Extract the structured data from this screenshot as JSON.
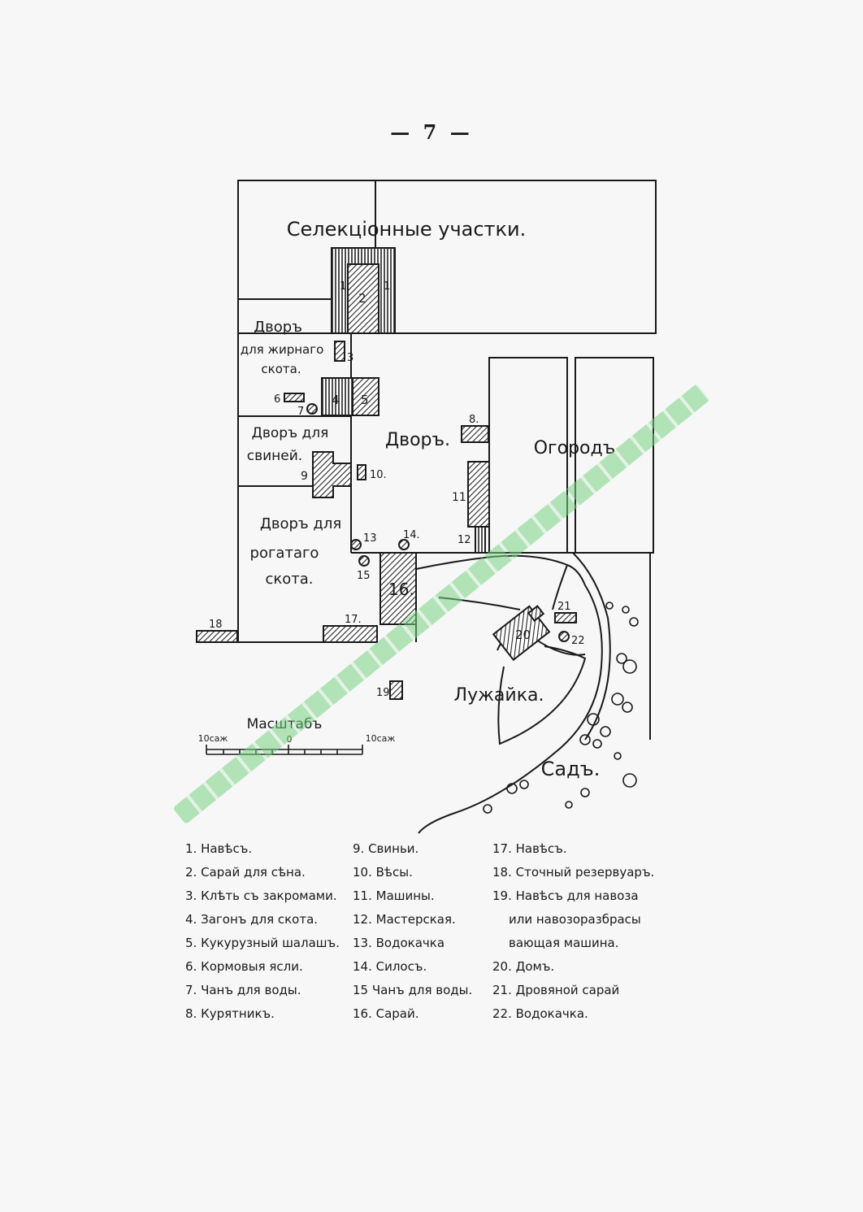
{
  "page_number": "— 7 —",
  "plan": {
    "selection_plots": "Селекцiонные участки.",
    "yard_fat_title": "Дворъ",
    "yard_fat_sub1": "для жирнаго",
    "yard_fat_sub2": "скота.",
    "yard_pigs_1": "Дворъ для",
    "yard_pigs_2": "свиней.",
    "yard_cattle_1": "Дворъ для",
    "yard_cattle_2": "рогатаго",
    "yard_cattle_3": "скота.",
    "yard_main": "Дворъ.",
    "garden_veg": "Огородъ",
    "lawn": "Лужайка.",
    "garden": "Садъ.",
    "scale_title": "Масштабъ",
    "scale_left": "10саж",
    "scale_mid": "0",
    "scale_right": "10саж",
    "num_1a": "1",
    "num_1b": "1",
    "num_2": "2",
    "num_3": "3",
    "num_4": "4",
    "num_5": "5",
    "num_6": "6",
    "num_7": "7",
    "num_8": "8.",
    "num_9": "9",
    "num_10": "10.",
    "num_11": "11.",
    "num_12": "12",
    "num_13": "13",
    "num_14": "14.",
    "num_15": "15",
    "num_16": "16.",
    "num_17": "17.",
    "num_18": "18",
    "num_19": "19",
    "num_20": "20",
    "num_21": "21",
    "num_22": "22"
  },
  "legend": {
    "col1": [
      "1. Навѣсъ.",
      "2. Сарай для сѣна.",
      "3. Клѣть съ закромами.",
      "4. Загонъ для скота.",
      "5. Кукурузный шалашъ.",
      "6. Кормовыя ясли.",
      "7. Чанъ для воды.",
      "8. Курятникъ."
    ],
    "col2": [
      "9. Свиньи.",
      "10. Вѣсы.",
      "11. Машины.",
      "12. Мастерская.",
      "13. Водокачка",
      "14. Силосъ.",
      "15 Чанъ для воды.",
      "16. Сарай."
    ],
    "col3": [
      "17. Навѣсъ.",
      "18. Сточный резервуаръ.",
      "19. Навѣсъ для навоза",
      "или навозоразбрасы",
      "вающая машина.",
      "20. Домъ.",
      "21. Дровяной сарай",
      "22. Водокачка."
    ]
  }
}
